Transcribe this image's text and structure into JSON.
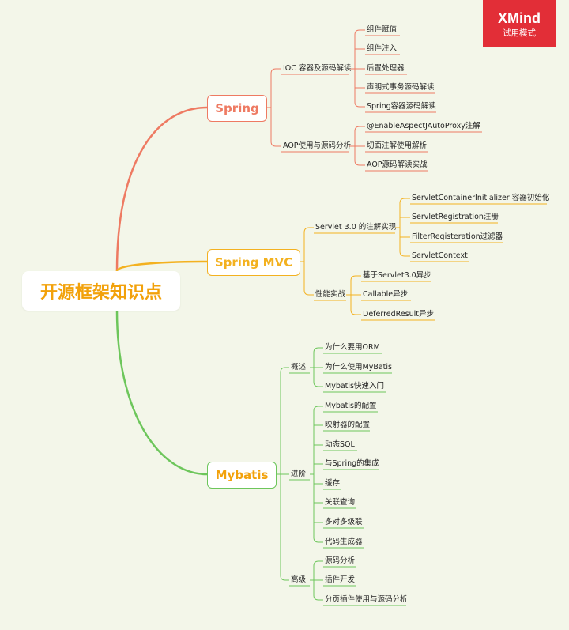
{
  "badge": {
    "brand": "XMind",
    "mode": "试用模式"
  },
  "root": "开源框架知识点",
  "branches": {
    "spring": {
      "label": "Spring",
      "color": "#ee7a62",
      "ioc": {
        "label": "IOC 容器及源码解读",
        "items": [
          "组件赋值",
          "组件注入",
          "后置处理器",
          "声明式事务源码解读",
          "Spring容器源码解读"
        ]
      },
      "aop": {
        "label": "AOP使用与源码分析",
        "items": [
          "@EnableAspectJAutoProxy注解",
          "切面注解使用解析",
          "AOP源码解读实战"
        ]
      }
    },
    "mvc": {
      "label": "Spring MVC",
      "color": "#f3b120",
      "servlet": {
        "label": "Servlet 3.0 的注解实现",
        "items": [
          "ServletContainerInitializer 容器初始化",
          "ServletRegistration注册",
          "FilterRegisteration过滤器",
          "ServletContext"
        ]
      },
      "perf": {
        "label": "性能实战",
        "items": [
          "基于Servlet3.0异步",
          "Callable异步",
          "DeferredResult异步"
        ]
      }
    },
    "mybatis": {
      "label": "Mybatis",
      "color": "#6dc65b",
      "overview": {
        "label": "概述",
        "items": [
          "为什么要用ORM",
          "为什么使用MyBatis",
          "Mybatis快速入门"
        ]
      },
      "advanced": {
        "label": "进阶",
        "items": [
          "Mybatis的配置",
          "映射器的配置",
          "动态SQL",
          "与Spring的集成",
          "缓存",
          "关联查询",
          "多对多级联",
          "代码生成器"
        ]
      },
      "senior": {
        "label": "高级",
        "items": [
          "源码分析",
          "插件开发",
          "分页插件使用与源码分析"
        ]
      }
    }
  }
}
